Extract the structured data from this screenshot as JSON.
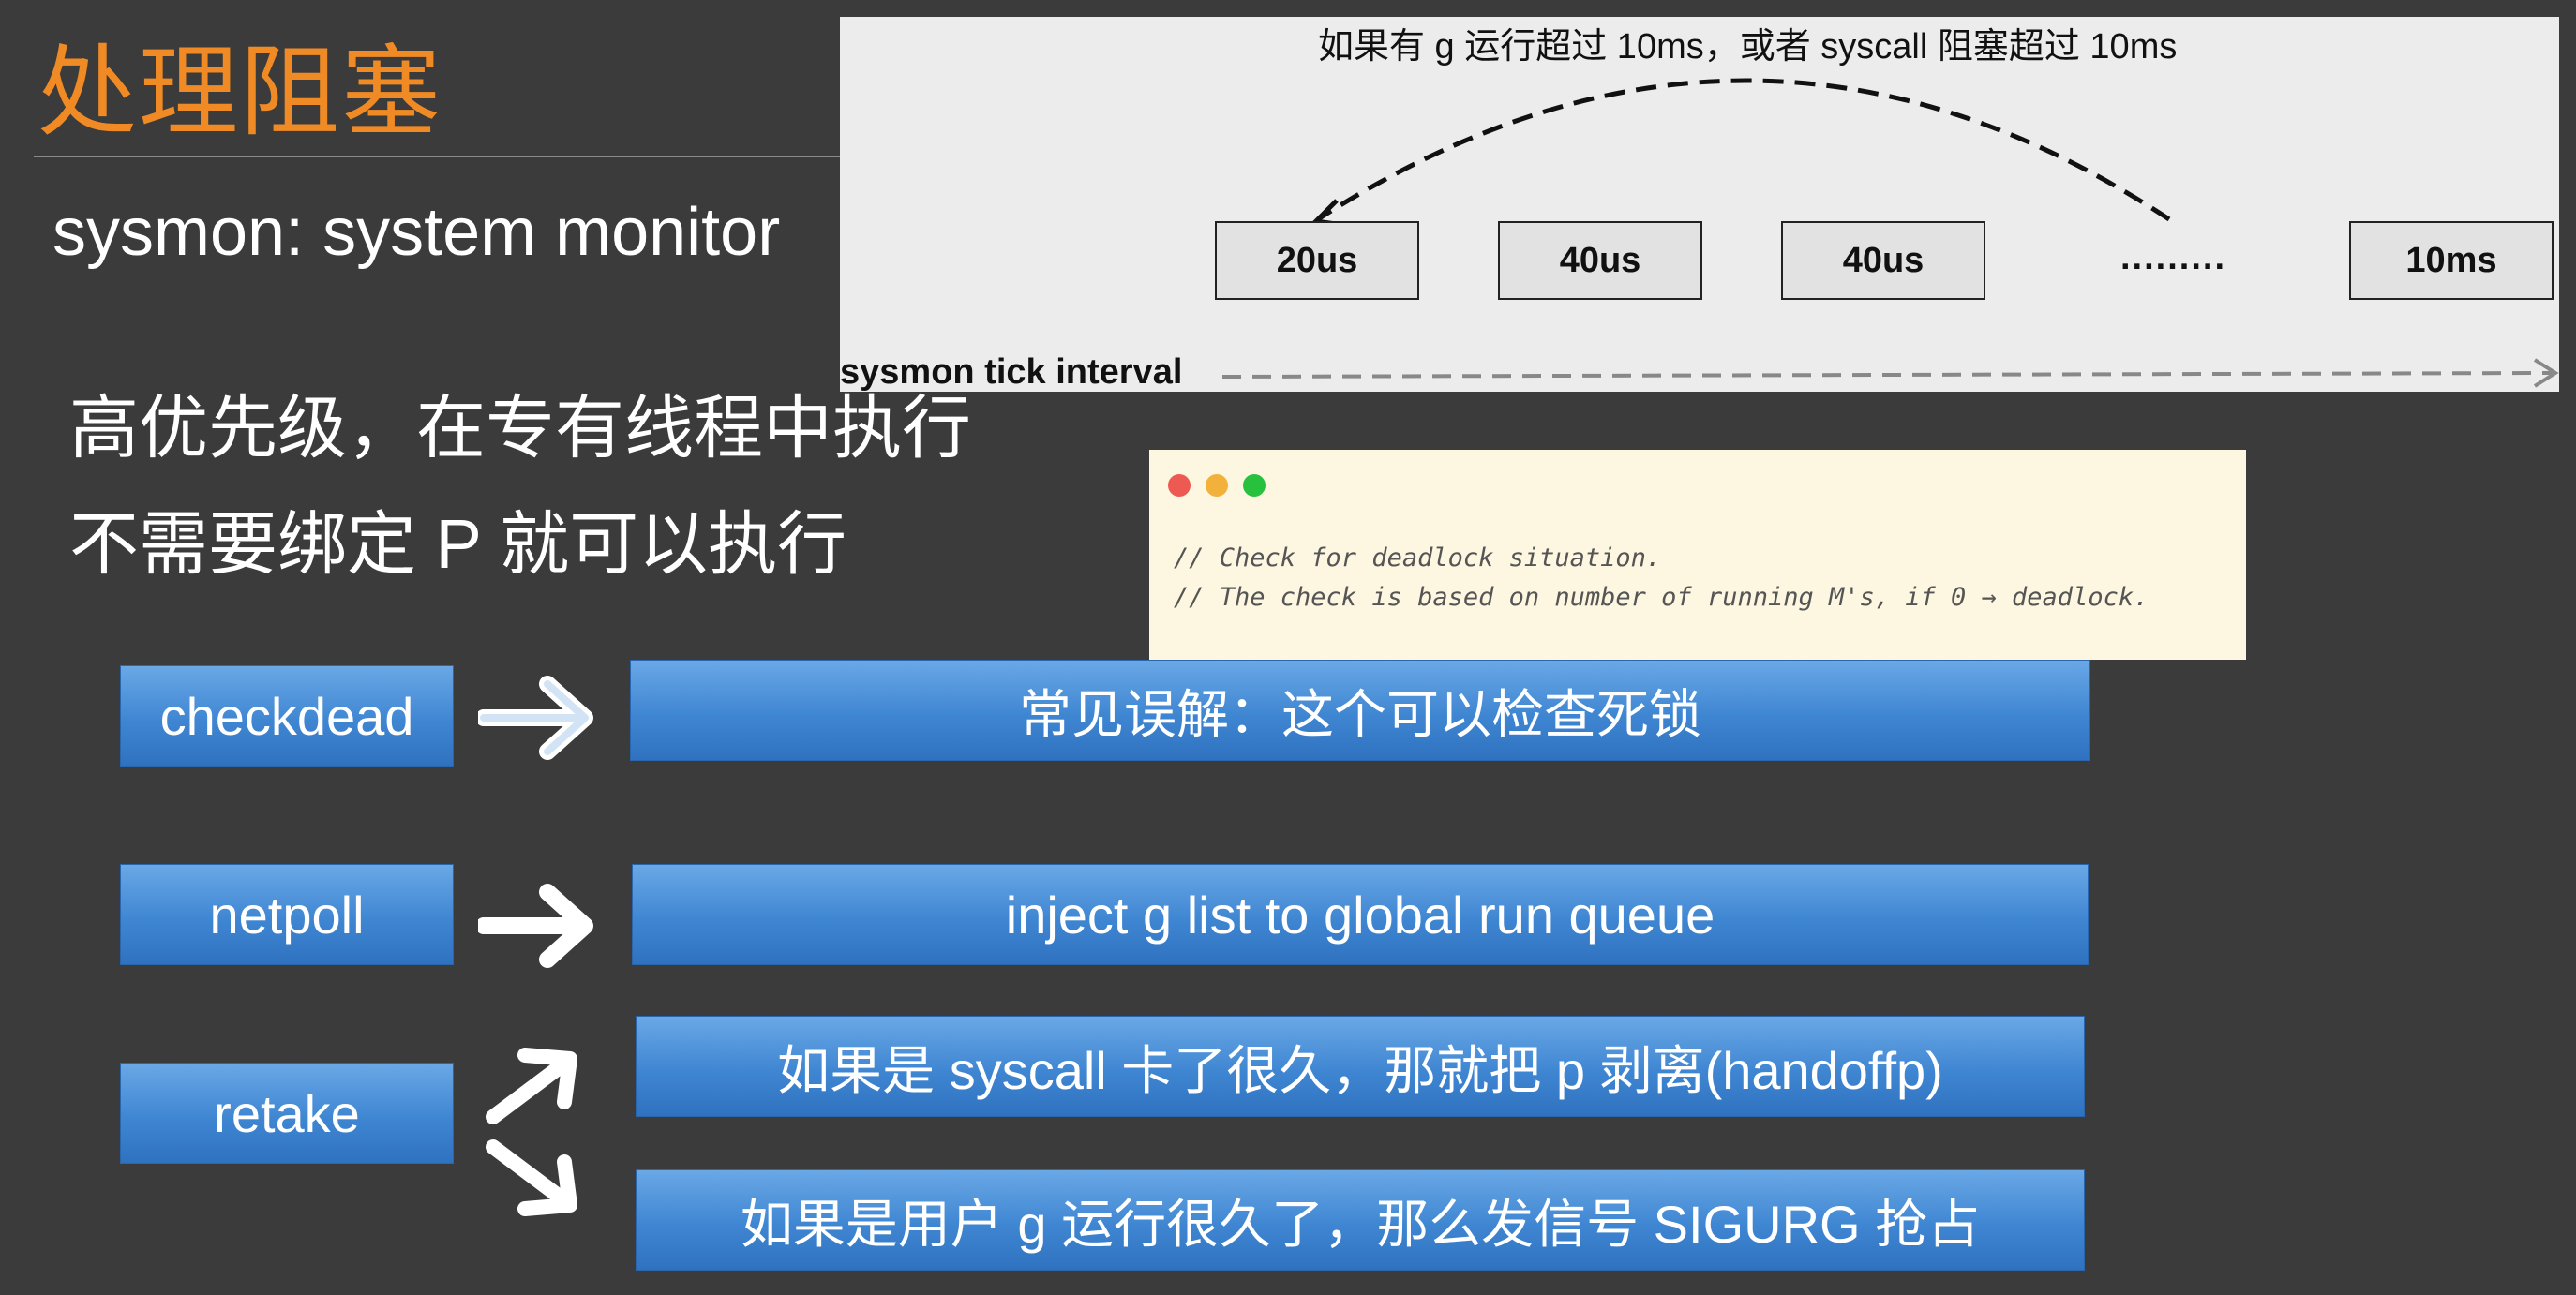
{
  "title": "处理阻塞",
  "subtitle": "sysmon: system monitor",
  "points": [
    "高优先级，在专有线程中执行",
    "不需要绑定 P 就可以执行"
  ],
  "timeline": {
    "caption": "如果有 g 运行超过 10ms，或者 syscall 阻塞超过 10ms",
    "ticks": [
      "20us",
      "40us",
      "40us",
      "10ms"
    ],
    "ellipsis": ".........",
    "axis_label": "sysmon tick interval"
  },
  "code_window": {
    "lines": [
      "// Check for deadlock situation.",
      "// The check is based on number of running M's, if 0 → deadlock."
    ],
    "dot_colors": [
      "#ee5a52",
      "#f2b13a",
      "#27c13e"
    ]
  },
  "rows": [
    {
      "label": "checkdead",
      "results": [
        "常见误解：这个可以检查死锁"
      ]
    },
    {
      "label": "netpoll",
      "results": [
        "inject g list to global run queue"
      ]
    },
    {
      "label": "retake",
      "results": [
        "如果是 syscall 卡了很久，那就把 p 剥离(handoffp)",
        "如果是用户 g 运行很久了，那么发信号 SIGURG 抢占"
      ]
    }
  ],
  "colors": {
    "title": "#f08a24",
    "background": "#3b3b3b",
    "box": "#4a90d9"
  }
}
